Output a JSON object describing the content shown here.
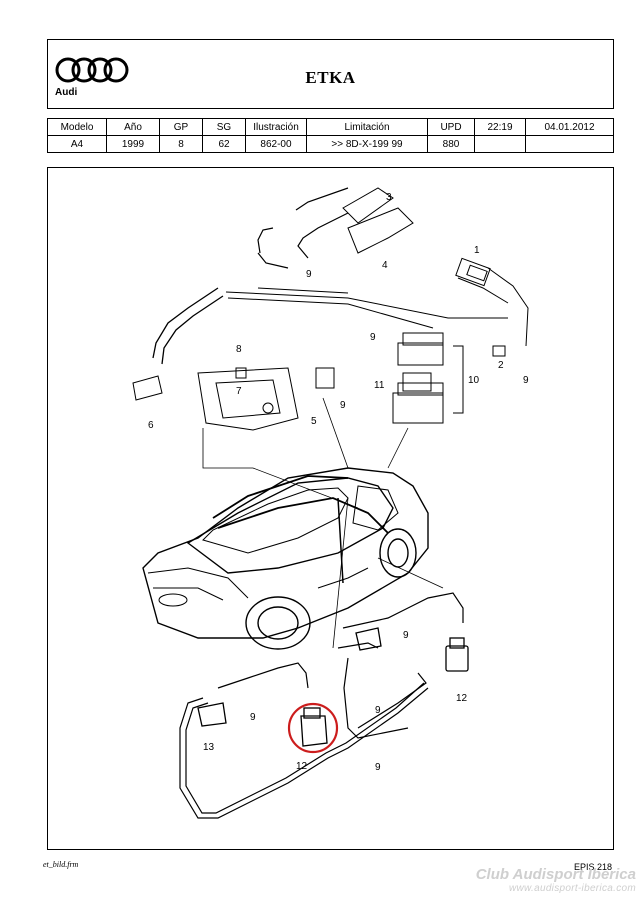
{
  "header": {
    "brand": "Audi",
    "title": "ETKA"
  },
  "meta_table": {
    "headers": [
      "Modelo",
      "Año",
      "GP",
      "SG",
      "Ilustración",
      "Limitación",
      "UPD",
      "22:19",
      "04.01.2012"
    ],
    "values": [
      "A4",
      "1999",
      "8",
      "62",
      "862-00",
      ">> 8D-X-199 99",
      "880",
      "",
      ""
    ]
  },
  "drawing": {
    "callouts": [
      "1",
      "2",
      "3",
      "4",
      "5",
      "6",
      "7",
      "8",
      "9",
      "10",
      "11",
      "12",
      "13"
    ],
    "highlight_color": "#cc1d1d"
  },
  "footer": {
    "left": "et_bild.frm",
    "right": "EPIS 218"
  },
  "watermark": {
    "title": "Club Audisport Iberica",
    "url": "www.audisport-iberica.com"
  }
}
